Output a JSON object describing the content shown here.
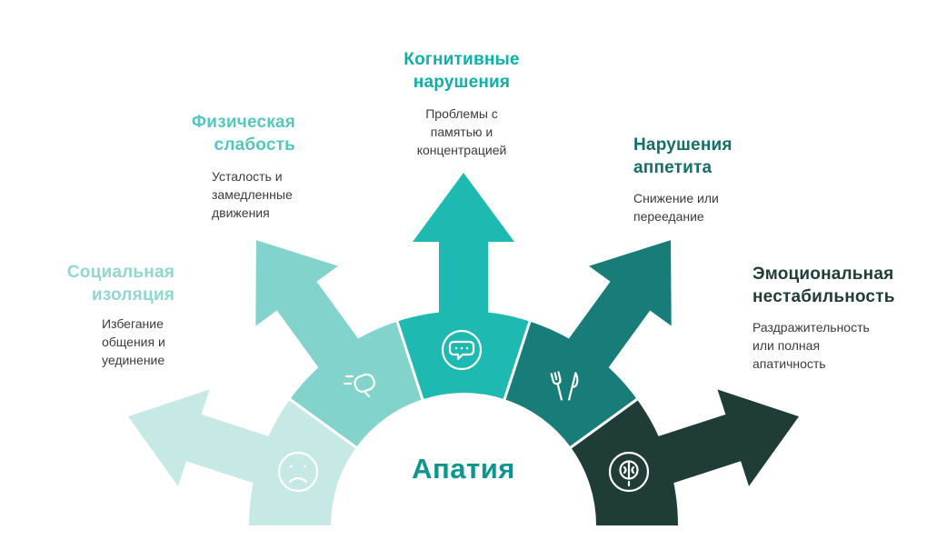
{
  "center": {
    "label": "Апатия",
    "color": "#0d968d"
  },
  "palette": {
    "background": "#ffffff",
    "description_text": "#3b3b3b",
    "icon_stroke": "#ffffff"
  },
  "spokes": [
    {
      "title": "Социальная\nизоляция",
      "description": "Избегание\nобщения и\nуединение",
      "color": "#c6e9e6",
      "title_color": "#8fd7d0",
      "icon": "sad-face-icon"
    },
    {
      "title": "Физическая\nслабость",
      "description": "Усталость и\nзамедленные\nдвижения",
      "color": "#82d3cb",
      "title_color": "#54c8be",
      "icon": "weak-hand-icon"
    },
    {
      "title": "Когнитивные\nнарушения",
      "description": "Проблемы с\nпамятью и\nконцентрацией",
      "color": "#1eb9b0",
      "title_color": "#0db1a7",
      "icon": "head-speech-bubble-icon"
    },
    {
      "title": "Нарушения\nаппетита",
      "description": "Снижение или\nпереедание",
      "color": "#187d78",
      "title_color": "#156e68",
      "icon": "fork-knife-icon"
    },
    {
      "title": "Эмоциональная\nнестабильность",
      "description": "Раздражительность\nили полная\nапатичность",
      "color": "#203c37",
      "title_color": "#1f3d38",
      "icon": "head-brain-icon"
    }
  ]
}
